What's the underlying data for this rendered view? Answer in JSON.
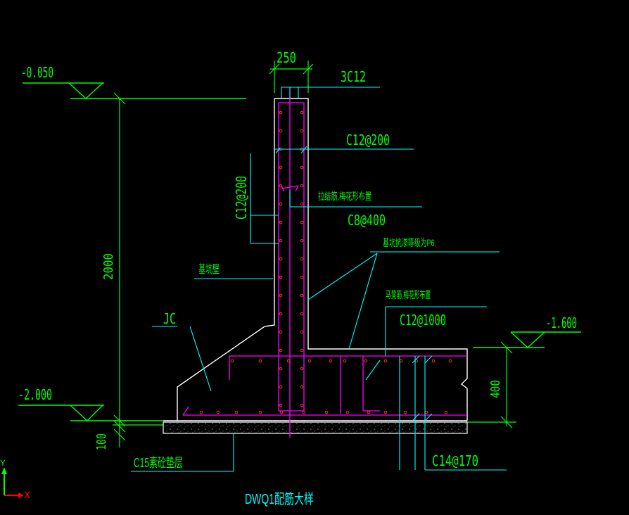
{
  "colors": {
    "background": "#000000",
    "dimension": "#00ff00",
    "leader": "#00ffff",
    "outline": "#ffffff",
    "rebar": "#ff00ff",
    "rebar_point": "#ff3333",
    "ucs_x": "#ff0000",
    "ucs_y": "#00ff00"
  },
  "drawing": {
    "title": "DWQ1配筋大样",
    "elevations": {
      "top": "-0.050",
      "right": "-1.600",
      "bottom": "-2.000"
    },
    "dimensions": {
      "wall_width": "250",
      "wall_height": "2000",
      "base_height": "400",
      "cushion": "100"
    },
    "rebar_labels": {
      "top_bars": "3C12",
      "wall_horizontal": "C12@200",
      "wall_vertical": "C12@200",
      "tie_bars": "C8@400",
      "chair_bars": "C12@1000",
      "bottom_bars": "C14@170",
      "jc": "JC",
      "cushion_layer": "C15素砼垫层",
      "pit_wall": "基坑壁",
      "tie_note": "拉结筋,梅花形布置",
      "waterproof": "基坑抗渗等级为P6.",
      "chair_note": "马凳筋,梅花形布置"
    },
    "ucs": {
      "x_label": "X",
      "y_label": "Y"
    }
  }
}
